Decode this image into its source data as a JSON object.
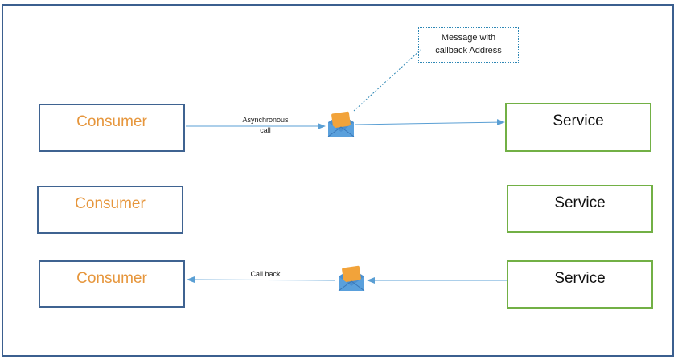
{
  "consumers": [
    {
      "label": "Consumer"
    },
    {
      "label": "Consumer"
    },
    {
      "label": "Consumer"
    }
  ],
  "services": [
    {
      "label": "Service"
    },
    {
      "label": "Service"
    },
    {
      "label": "Service"
    }
  ],
  "edges": {
    "async_call_line1": "Asynchronous",
    "async_call_line2": "call",
    "callback": "Call back"
  },
  "callout": {
    "line1": "Message with",
    "line2": "callback Address"
  },
  "colors": {
    "consumer_border": "#3f6391",
    "consumer_text": "#e6963c",
    "service_border": "#72b045",
    "arrow": "#5a9fd4",
    "envelope_body": "#4a8fd0",
    "envelope_letter": "#f2a33a"
  },
  "icons": [
    "envelope-icon",
    "envelope-icon"
  ]
}
